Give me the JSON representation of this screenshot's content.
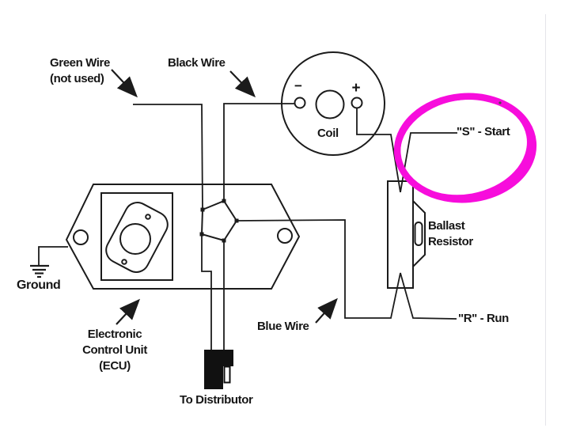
{
  "labels": {
    "green_wire": {
      "line1": "Green Wire",
      "line2": "(not used)"
    },
    "black_wire": "Black Wire",
    "coil": "Coil",
    "coil_minus": "−",
    "coil_plus": "+",
    "s_start": "\"S\" - Start",
    "ballast": {
      "line1": "Ballast",
      "line2": "Resistor"
    },
    "r_run": "\"R\" - Run",
    "blue_wire": "Blue Wire",
    "ecu": {
      "line1": "Electronic",
      "line2": "Control Unit",
      "line3": "(ECU)"
    },
    "ground": "Ground",
    "to_distributor": "To Distributor"
  },
  "colors": {
    "ink": "#1b1b1b",
    "highlight_circle": "#f70ddc",
    "background": "#ffffff"
  }
}
